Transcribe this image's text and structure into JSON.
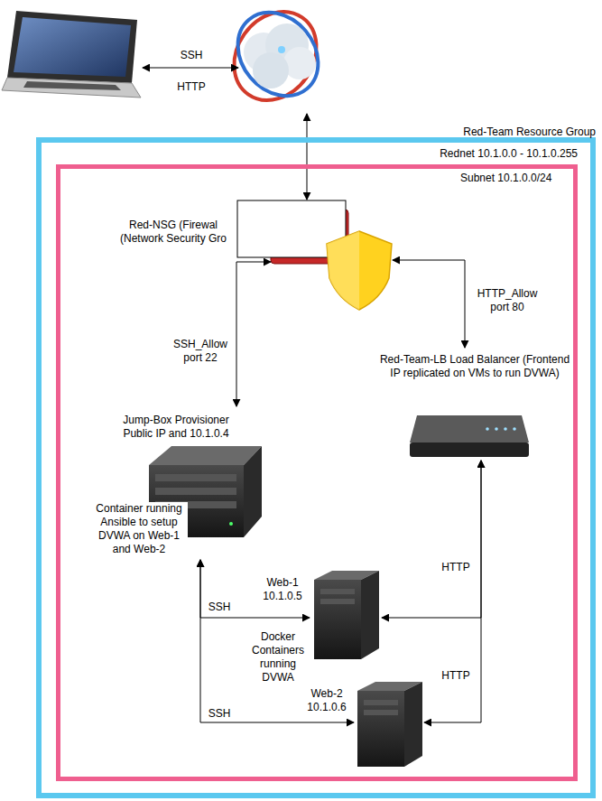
{
  "diagram": {
    "nodes": [
      {
        "text": [
          "Red-Team Resource Group"
        ]
      },
      {
        "text": [
          "Rednet 10.1.0.0 - 10.1.0.255",
          "Subnet 10.1.0.0/24"
        ],
        "in": 0
      },
      {
        "text": [
          "Red-NSG (Firewal (Network Security Gro"
        ],
        "in": 1
      },
      {
        "text": [
          "Jump-Box Provisioner Public IP and 10.1.0.4",
          "Container running Ansible to setup DVWA on Web-1 and Web-2"
        ],
        "in": 1
      },
      {
        "text": [
          "Red-Team-LB Load Balancer (Frontend IP replicated on VMs to run DVWA)"
        ],
        "in": 1
      },
      {
        "text": [
          "Web-1 10.1.0.5",
          "Docker Containers running DVWA"
        ],
        "in": 1
      },
      {
        "text": [
          "Web-2 10.1.0.6"
        ],
        "in": 1
      }
    ],
    "edges": [
      {
        "from": 2,
        "to": 3,
        "arrow": "both",
        "label": "SSH_Allow port 22"
      },
      {
        "from": 2,
        "to": 4,
        "arrow": "both",
        "label": "HTTP_Allow port 80"
      },
      {
        "from": 3,
        "to": 5,
        "arrow": "both",
        "label": "SSH"
      },
      {
        "from": 3,
        "to": 6,
        "arrow": "both",
        "label": "SSH"
      },
      {
        "from": 4,
        "to": 5,
        "arrow": "both",
        "label": "HTTP"
      },
      {
        "from": 4,
        "to": 6,
        "arrow": "both",
        "label": "HTTP"
      }
    ],
    "labels": [
      "SSH",
      "HTTP"
    ]
  }
}
